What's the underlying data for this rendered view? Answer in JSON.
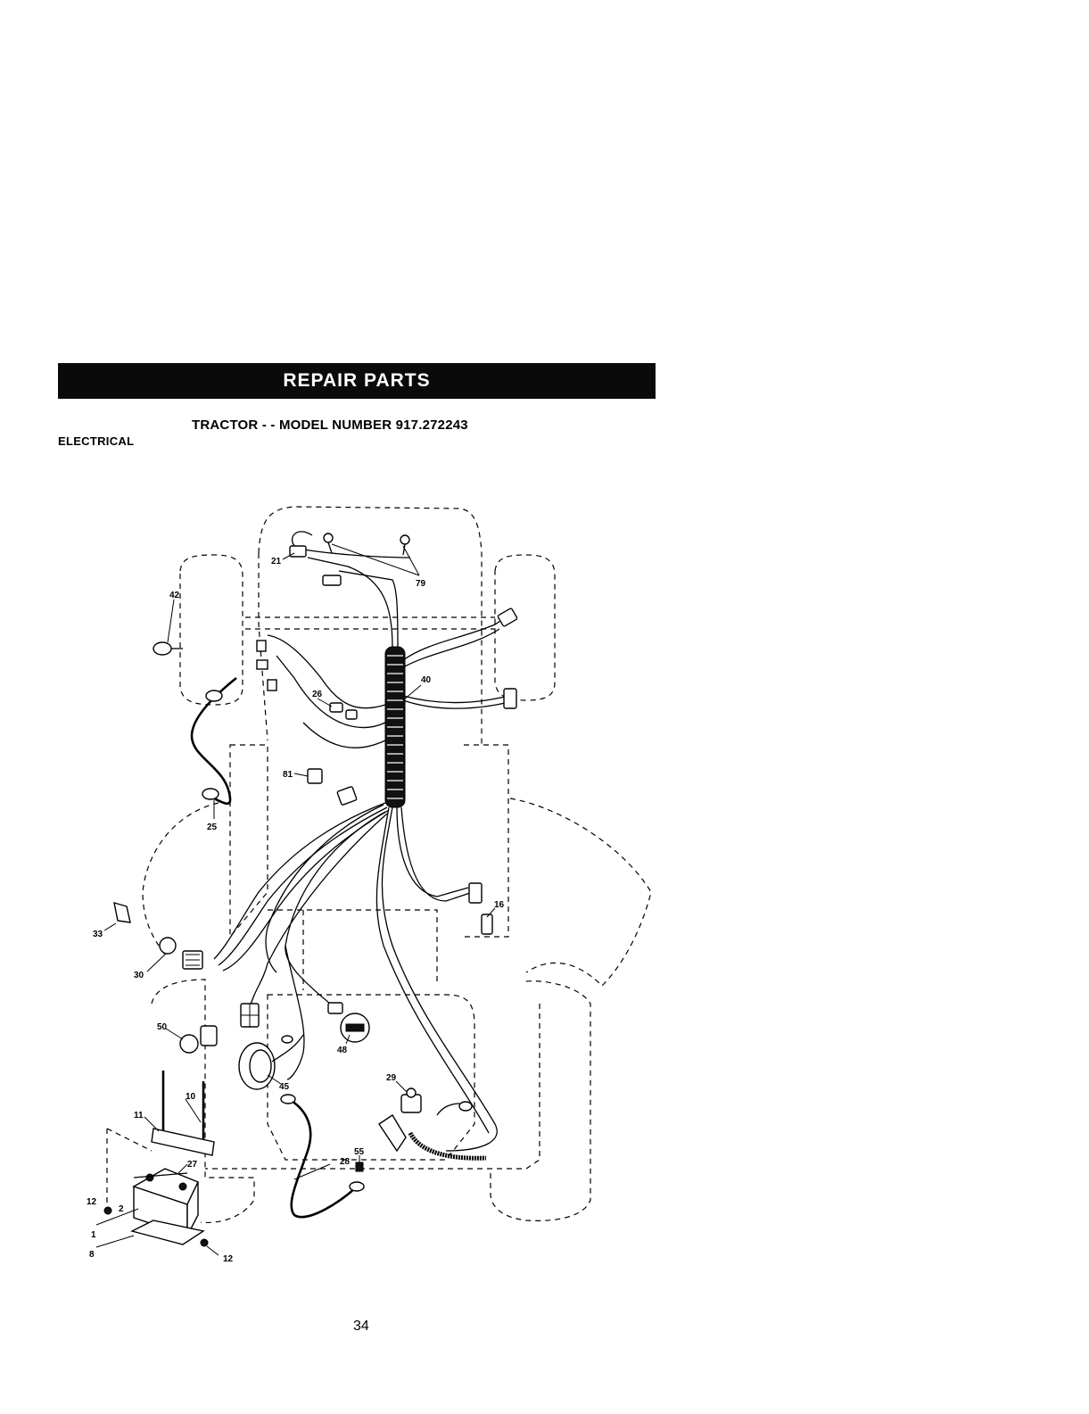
{
  "header": {
    "banner_title": "REPAIR PARTS",
    "subtitle": "TRACTOR - - MODEL NUMBER 917.272243",
    "section": "ELECTRICAL"
  },
  "callouts": [
    {
      "id": "c21",
      "label": "21"
    },
    {
      "id": "c79",
      "label": "79"
    },
    {
      "id": "c42",
      "label": "42"
    },
    {
      "id": "c40",
      "label": "40"
    },
    {
      "id": "c26",
      "label": "26"
    },
    {
      "id": "c81",
      "label": "81"
    },
    {
      "id": "c25",
      "label": "25"
    },
    {
      "id": "c16",
      "label": "16"
    },
    {
      "id": "c33",
      "label": "33"
    },
    {
      "id": "c30",
      "label": "30"
    },
    {
      "id": "c50",
      "label": "50"
    },
    {
      "id": "c48",
      "label": "48"
    },
    {
      "id": "c45",
      "label": "45"
    },
    {
      "id": "c29",
      "label": "29"
    },
    {
      "id": "c10",
      "label": "10"
    },
    {
      "id": "c11",
      "label": "11"
    },
    {
      "id": "c27",
      "label": "27"
    },
    {
      "id": "c55",
      "label": "55"
    },
    {
      "id": "c28",
      "label": "28"
    },
    {
      "id": "c12a",
      "label": "12"
    },
    {
      "id": "c2",
      "label": "2"
    },
    {
      "id": "c1",
      "label": "1"
    },
    {
      "id": "c8",
      "label": "8"
    },
    {
      "id": "c12b",
      "label": "12"
    }
  ],
  "footer": {
    "page_number": "34"
  }
}
